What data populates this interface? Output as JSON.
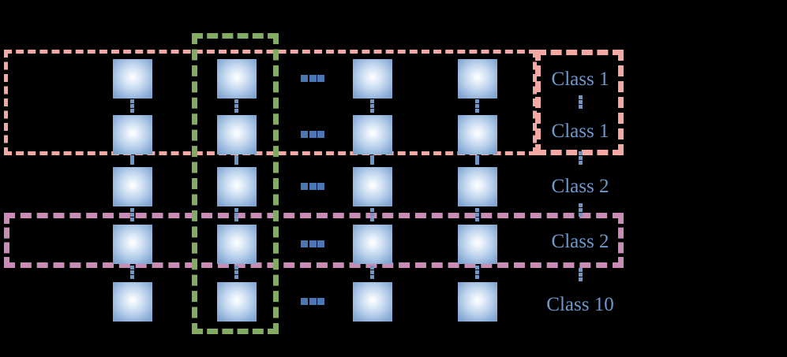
{
  "diagram": {
    "title": "neural-network-class-grouping-grid",
    "colors": {
      "background": "#000000",
      "node_edge": "#7b9fcb",
      "node_center": "#ffffff",
      "label_text": "#6f98cd",
      "group_pink": "#f2a9a6",
      "group_orchid": "#c98cb5",
      "group_green": "#84ab63",
      "dot_blue": "#4a77b4"
    },
    "grid": {
      "columns": 4,
      "rows": 5,
      "column_gap_ellipsis": "horizontal-ellipsis-between-column-2-and-column-3",
      "row_gap_ellipsis": "vertical-ellipsis-between-every-row"
    },
    "labels": [
      {
        "text": "Class 1",
        "row": 1
      },
      {
        "text": "Class 1",
        "row": 2
      },
      {
        "text": "Class 2",
        "row": 3
      },
      {
        "text": "Class 2",
        "row": 4
      },
      {
        "text": "Class 10",
        "row": 5
      }
    ],
    "groups": [
      {
        "name": "pink-row-group",
        "style": "dotted",
        "color": "#f2a9a6",
        "spans": "rows 1-2, columns 1-4"
      },
      {
        "name": "pink-label-group",
        "style": "dashed",
        "color": "#f4a8a4",
        "spans": "rows 1-2 labels"
      },
      {
        "name": "orchid-row-group",
        "style": "dashed",
        "color": "#c98cb5",
        "spans": "row 4, columns 1-4 and label"
      },
      {
        "name": "green-column-group",
        "style": "dashed",
        "color": "#84ab63",
        "spans": "column 2, all rows"
      }
    ],
    "ellipsis_glyph": "⋮",
    "ellipsis_glyph_horizontal": "⋯"
  }
}
